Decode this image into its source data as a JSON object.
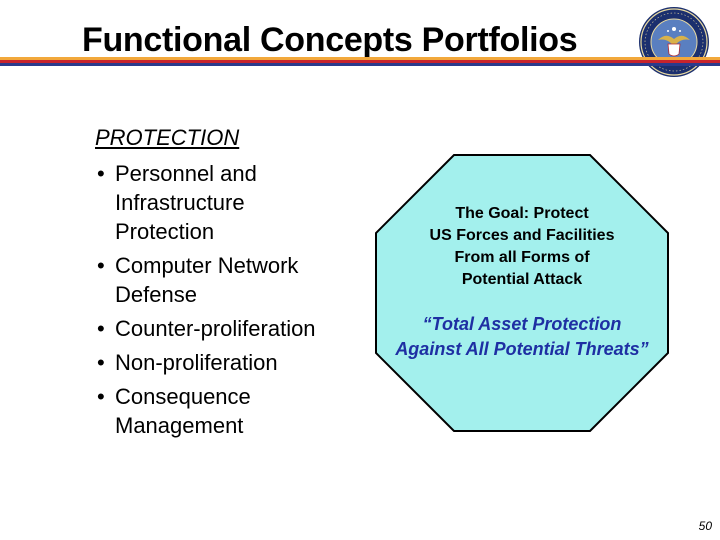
{
  "title": "Functional Concepts Portfolios",
  "section_heading": "PROTECTION",
  "bullets": [
    {
      "lines": [
        "Personnel and",
        "Infrastructure",
        "Protection"
      ]
    },
    {
      "lines": [
        "Computer Network",
        "Defense"
      ]
    },
    {
      "lines": [
        "Counter-proliferation"
      ]
    },
    {
      "lines": [
        "Non-proliferation"
      ]
    },
    {
      "lines": [
        "Consequence",
        "Management"
      ]
    }
  ],
  "bullet_glyph": "•",
  "octagon": {
    "goal_lines": [
      "The Goal:  Protect",
      "US Forces and Facilities",
      "From all Forms of",
      "Potential Attack"
    ],
    "quote_lines": [
      "“Total Asset Protection",
      "Against All Potential Threats”"
    ]
  },
  "page_number": "50",
  "colors": {
    "rule_gold": "#f2a83b",
    "rule_red": "#c8232c",
    "rule_blue": "#2b3a8c",
    "octagon_fill": "#a3f0ed",
    "quote_text": "#1e2fa3"
  },
  "seal_icon": "department-of-defense-seal-icon"
}
